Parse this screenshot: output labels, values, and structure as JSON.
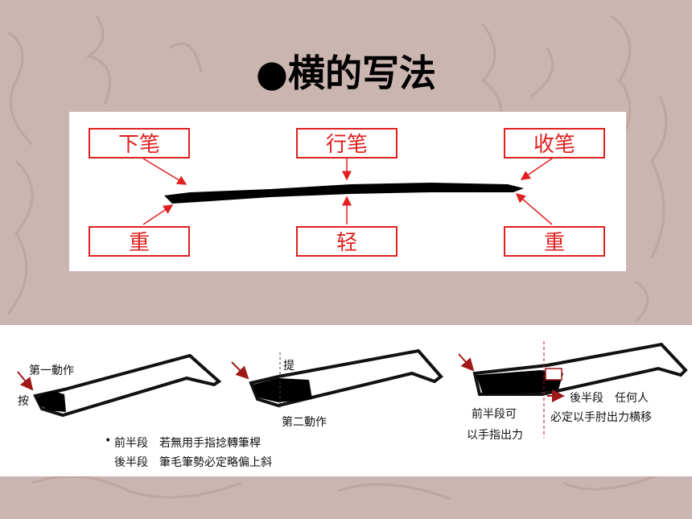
{
  "title": "●横的写法",
  "top_diagram": {
    "labels_top": [
      "下笔",
      "行笔",
      "收笔"
    ],
    "labels_bottom": [
      "重",
      "轻",
      "重"
    ]
  },
  "bottom_diagram": {
    "fig1": {
      "action1": "第一動作",
      "press": "按"
    },
    "fig2": {
      "lift": "提",
      "action2": "第二動作"
    },
    "note": {
      "bullet": "•",
      "line1": "前半段　若無用手指捻轉筆桿",
      "line2": "後半段　筆毛筆勢必定略偏上斜"
    },
    "fig3": {
      "right_line1": "後半段　任何人",
      "right_line2": "必定以手肘出力横移",
      "left_line1": "前半段可",
      "left_line2": "以手指出力"
    }
  },
  "colors": {
    "accent_red": "#e02020",
    "background": "#cbb5b0"
  }
}
